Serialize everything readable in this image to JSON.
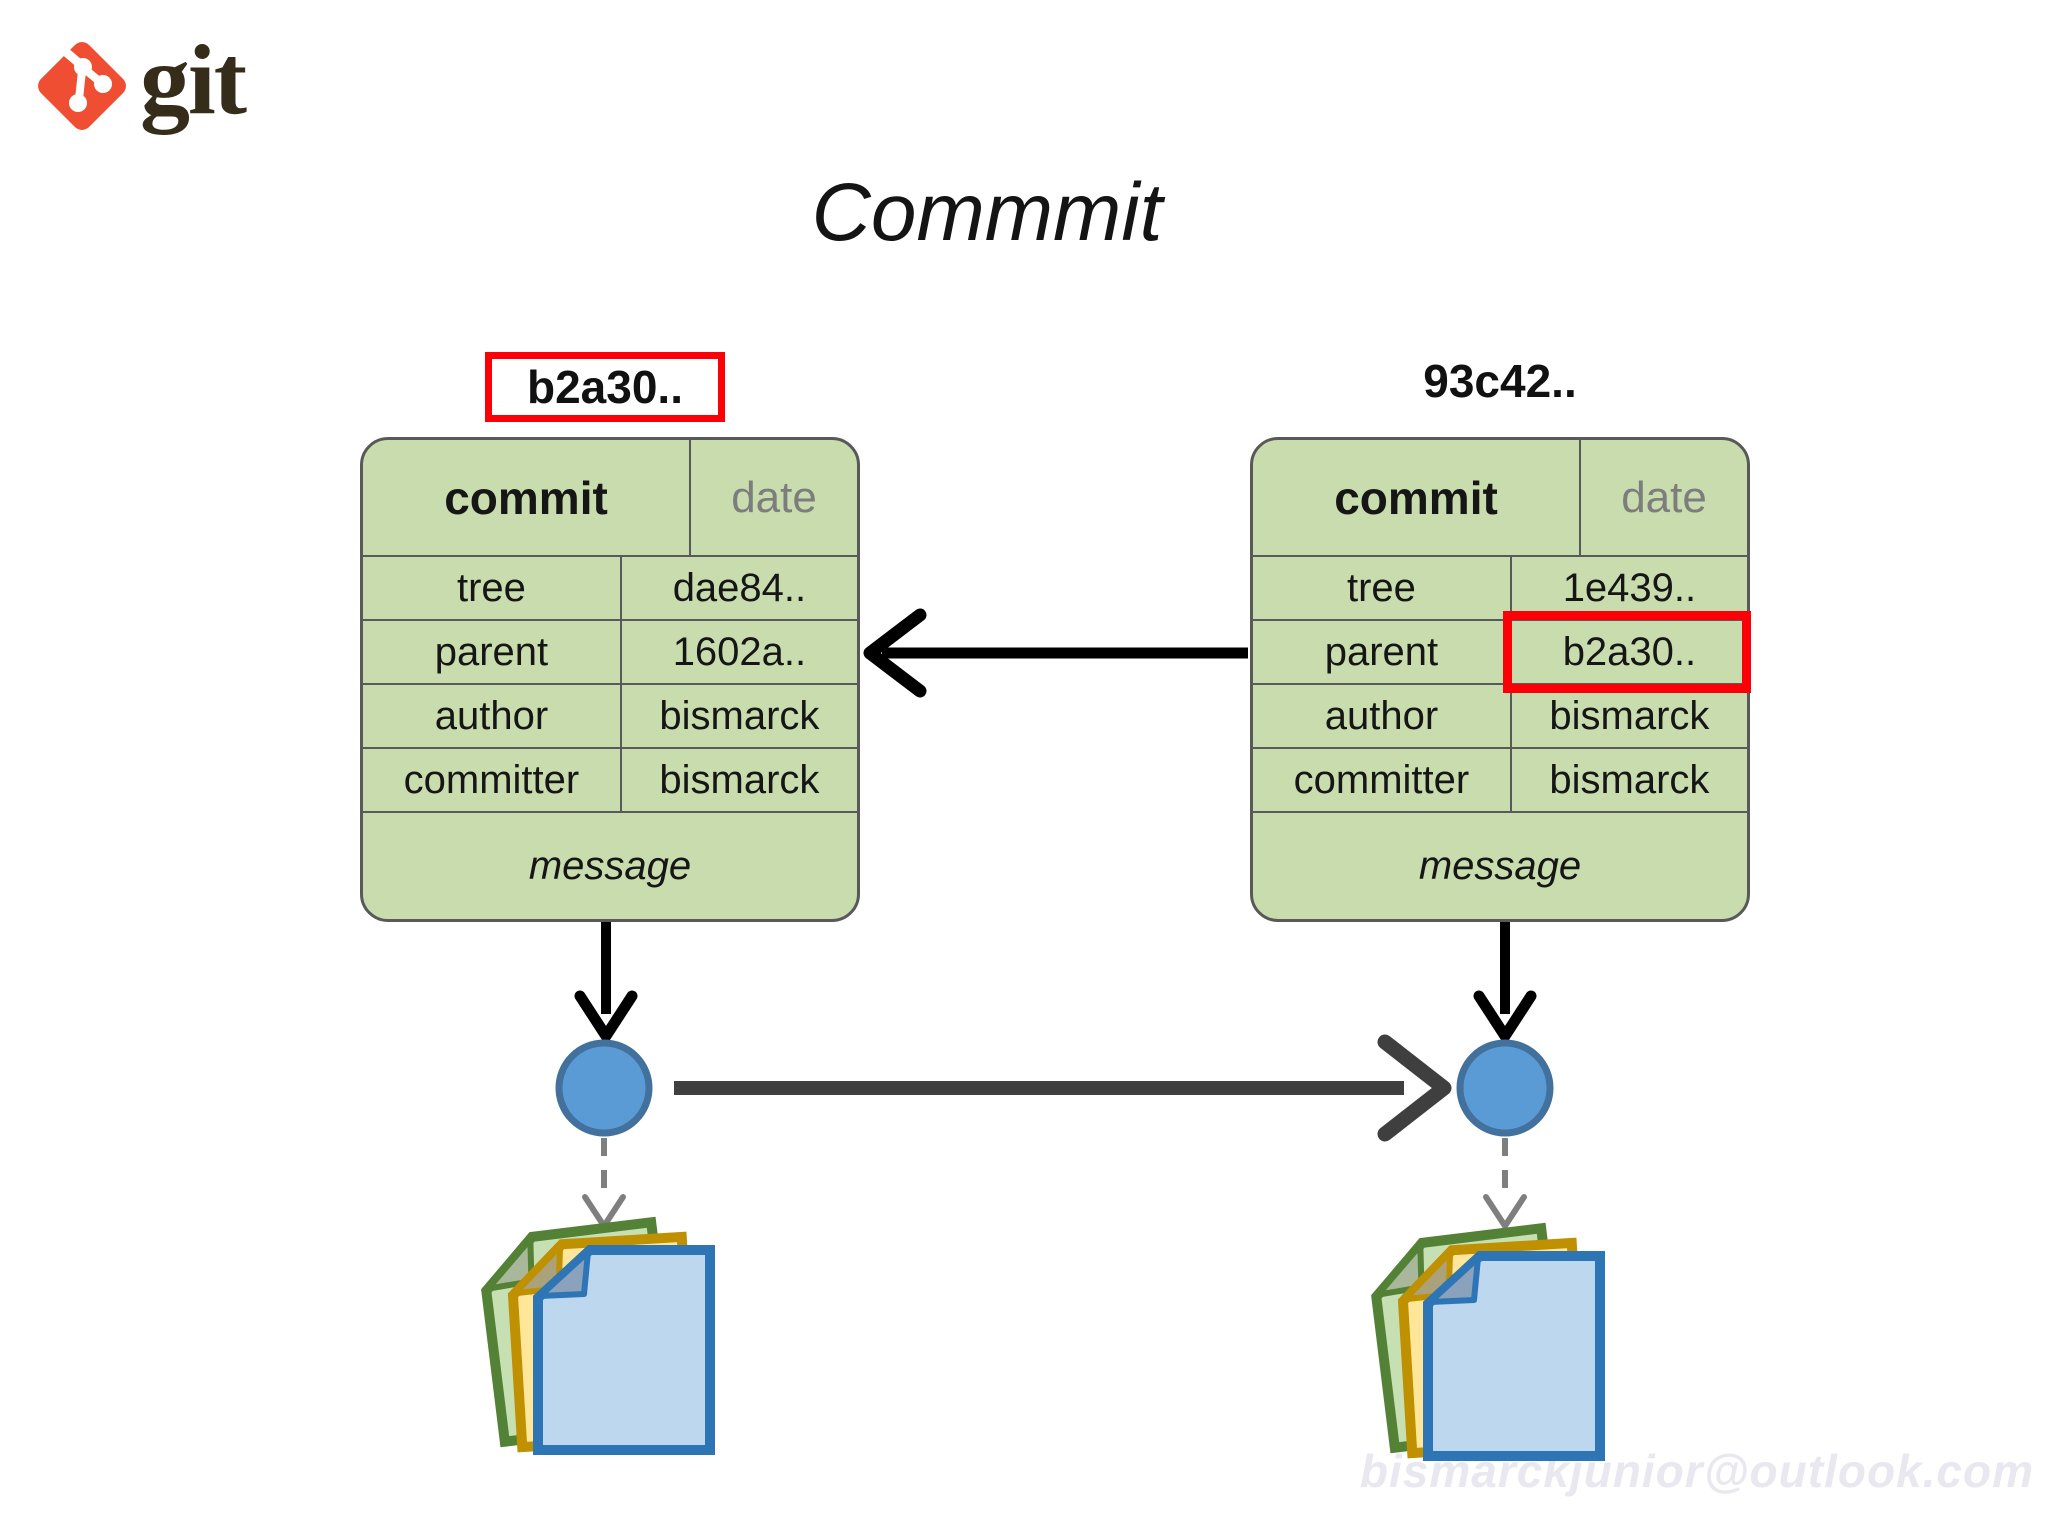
{
  "logo": {
    "brand_text": "git"
  },
  "title": "Commmit",
  "watermark": "bismarckjunior@outlook.com",
  "left_commit": {
    "hash_label": "b2a30..",
    "hash_label_highlighted": true,
    "header": {
      "title": "commit",
      "date_label": "date"
    },
    "rows": [
      {
        "label": "tree",
        "value": "dae84.."
      },
      {
        "label": "parent",
        "value": "1602a.."
      },
      {
        "label": "author",
        "value": "bismarck"
      },
      {
        "label": "committer",
        "value": "bismarck"
      }
    ],
    "message_label": "message"
  },
  "right_commit": {
    "hash_label": "93c42..",
    "hash_label_highlighted": false,
    "header": {
      "title": "commit",
      "date_label": "date"
    },
    "rows": [
      {
        "label": "tree",
        "value": "1e439.."
      },
      {
        "label": "parent",
        "value": "b2a30..",
        "highlighted": true
      },
      {
        "label": "author",
        "value": "bismarck"
      },
      {
        "label": "committer",
        "value": "bismarck"
      }
    ],
    "message_label": "message"
  },
  "icons": {
    "git_logo": "git-logo-icon",
    "blob_left": "blob-circle-icon",
    "blob_right": "blob-circle-icon",
    "file_stack_left": "file-stack-icon",
    "file_stack_right": "file-stack-icon",
    "parent_link": "left-arrow-icon",
    "commit_order": "right-arrow-icon",
    "tree_links": "down-arrow-icon",
    "blob_to_files": "dashed-down-arrow-icon"
  },
  "colors": {
    "highlight_red": "#fb0007",
    "table_fill": "#c9dcae",
    "table_border": "#595959",
    "date_gray": "#7d7d7d",
    "blob_fill": "#5b9bd5",
    "blob_border": "#41719c",
    "arrow_black": "#000000",
    "arrow_dark_gray": "#3f3f3f",
    "dashed_gray": "#7f7f7f",
    "doc_green_border": "#538135",
    "doc_green_fill": "#c6e0b4",
    "doc_gold_border": "#bf9000",
    "doc_gold_fill": "#ffe699",
    "doc_blue_border": "#2e75b6",
    "doc_blue_fill": "#bdd7ee",
    "git_red": "#f04e32",
    "git_wordmark": "#362c1a",
    "watermark_gray": "#e9e7ef"
  }
}
